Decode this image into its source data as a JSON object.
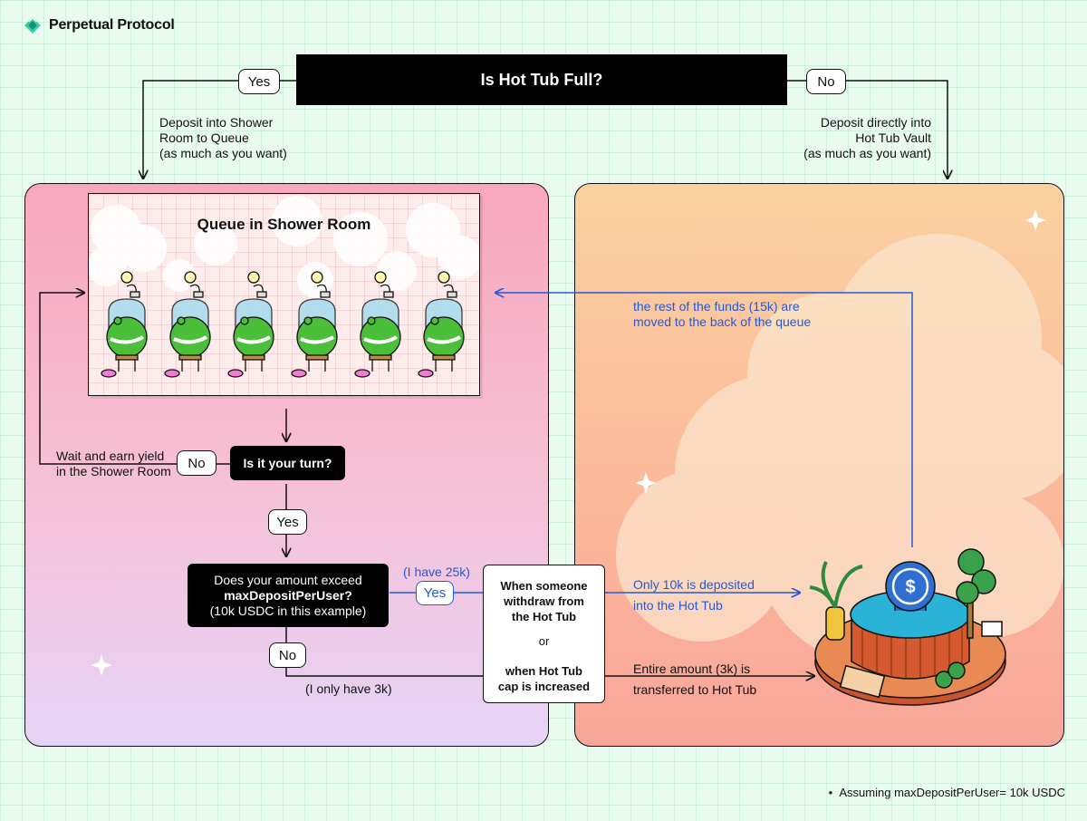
{
  "brand": {
    "name": "Perpetual Protocol"
  },
  "colors": {
    "accent_blue": "#2559d6",
    "panel_left": "#f7a7bd",
    "panel_right": "#fbd1a1",
    "background": "#e9fbef"
  },
  "top": {
    "question": "Is Hot Tub Full?",
    "yes": "Yes",
    "no": "No",
    "yes_note": [
      "Deposit into Shower",
      "Room to Queue",
      "(as much as you want)"
    ],
    "no_note": [
      "Deposit directly into",
      "Hot Tub Vault",
      "(as much as you want)"
    ]
  },
  "shower": {
    "title": "Queue in Shower Room"
  },
  "turn": {
    "question": "Is it your turn?",
    "no": "No",
    "yes": "Yes",
    "wait_note": [
      "Wait and earn yield",
      "in the Shower Room"
    ]
  },
  "exceed": {
    "line1": "Does your amount exceed",
    "line2": "maxDepositPerUser?",
    "line3": "(10k USDC in this example)",
    "yes": "Yes",
    "no": "No",
    "have_25k": "(I have 25k)",
    "have_3k": "(I only have 3k)"
  },
  "condition": {
    "line1": [
      "When someone",
      "withdraw from",
      "the Hot Tub"
    ],
    "or": "or",
    "line2": [
      "when Hot Tub",
      "cap is increased"
    ]
  },
  "right": {
    "rest_note": [
      "the rest of the funds (15k) are",
      "moved to the back of the queue"
    ],
    "deposit_note": [
      "Only 10k is deposited",
      "into the Hot Tub"
    ],
    "entire_note": [
      "Entire amount (3k) is",
      "transferred to Hot Tub"
    ]
  },
  "footnote": "Assuming maxDepositPerUser= 10k USDC",
  "icons": [
    "logo-icon",
    "shower-frog-illustration",
    "hot-tub-illustration",
    "usdc-icon",
    "sparkle-icon"
  ]
}
